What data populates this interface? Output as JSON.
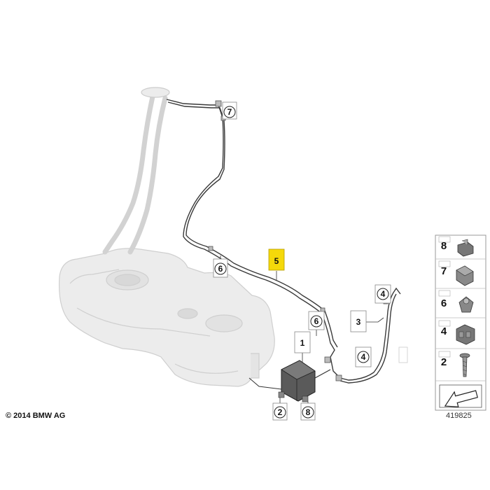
{
  "callouts": {
    "top_clip": "7",
    "line_upper": "6",
    "line_lower": "6",
    "vent_line": "5",
    "valve": "1",
    "hose": "3",
    "hose_top_clip": "4",
    "hose_bottom_clip": "4",
    "bracket_screw": "2",
    "bracket_clip": "8"
  },
  "parts_panel": {
    "items": [
      {
        "number": "8",
        "icon": "clip-8-icon"
      },
      {
        "number": "7",
        "icon": "clip-7-icon"
      },
      {
        "number": "6",
        "icon": "clip-6-icon"
      },
      {
        "number": "4",
        "icon": "clip-4-icon"
      },
      {
        "number": "2",
        "icon": "screw-icon"
      }
    ]
  },
  "copyright": "© 2014 BMW AG",
  "diagram_id": "419825",
  "colors": {
    "highlight": "#f5d90a",
    "line": "#333333",
    "tank": "#e8e8e8",
    "valve": "#4a4a4a"
  }
}
